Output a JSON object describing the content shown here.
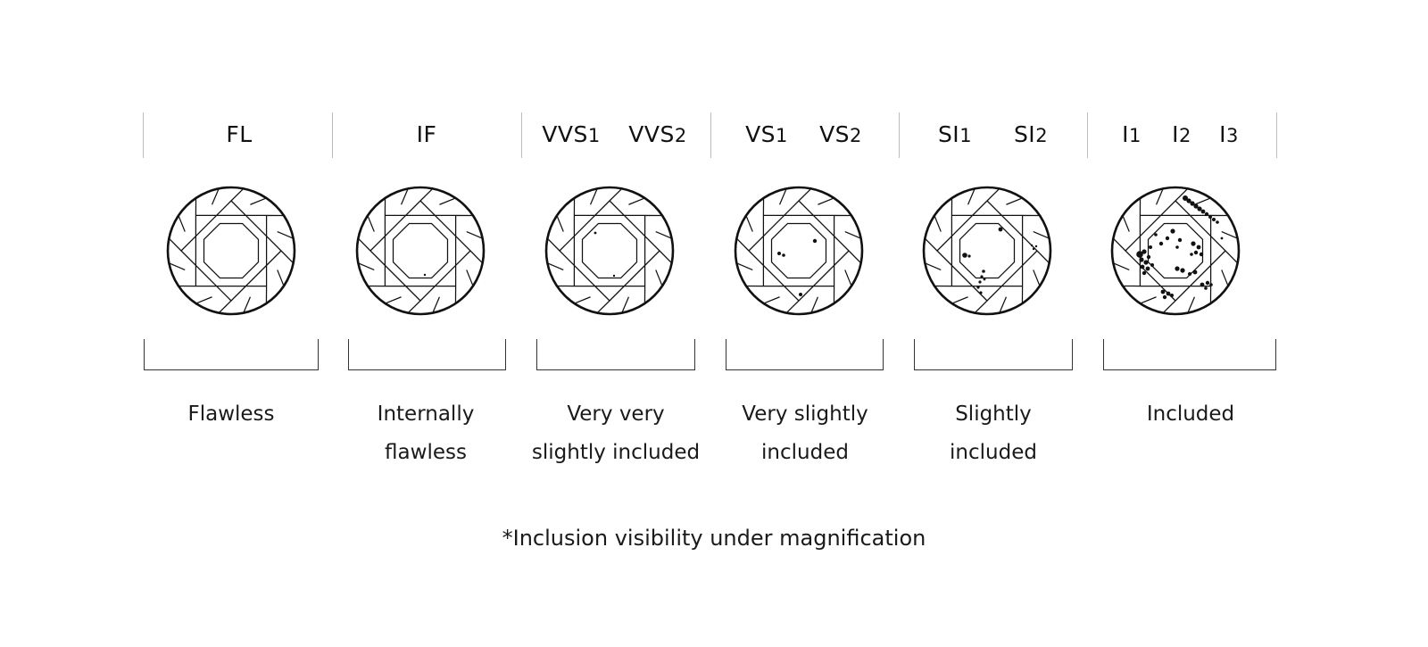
{
  "grades": [
    {
      "id": "fl",
      "labels": [
        {
          "main": "FL",
          "sub": ""
        }
      ],
      "description": [
        "Flawless"
      ]
    },
    {
      "id": "if",
      "labels": [
        {
          "main": "IF",
          "sub": ""
        }
      ],
      "description": [
        "Internally",
        "flawless"
      ]
    },
    {
      "id": "vvs",
      "labels": [
        {
          "main": "VVS",
          "sub": "1"
        },
        {
          "main": "VVS",
          "sub": "2"
        }
      ],
      "description": [
        "Very very",
        "slightly included"
      ]
    },
    {
      "id": "vs",
      "labels": [
        {
          "main": "VS",
          "sub": "1"
        },
        {
          "main": "VS",
          "sub": "2"
        }
      ],
      "description": [
        "Very slightly",
        "included"
      ]
    },
    {
      "id": "si",
      "labels": [
        {
          "main": "SI",
          "sub": "1"
        },
        {
          "main": "SI",
          "sub": "2"
        }
      ],
      "description": [
        "Slightly",
        "included"
      ]
    },
    {
      "id": "i",
      "labels": [
        {
          "main": "I",
          "sub": "1"
        },
        {
          "main": "I",
          "sub": "2"
        },
        {
          "main": "I",
          "sub": "3"
        }
      ],
      "description": [
        "Included"
      ]
    }
  ],
  "footnote": "*Inclusion visibility under magnification",
  "colors": {
    "ink": "#111111",
    "divider": "#bdbdbd"
  }
}
